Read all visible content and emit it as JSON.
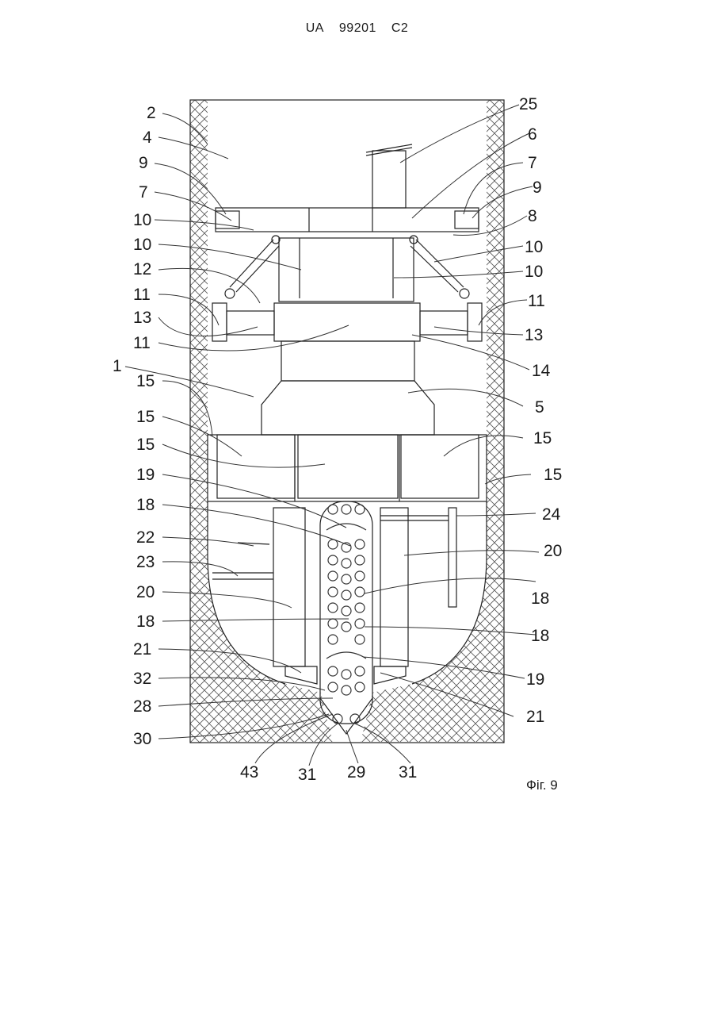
{
  "header": {
    "country": "UA",
    "number": "99201",
    "kind": "C2"
  },
  "figure": {
    "caption": "Фіг. 9",
    "callouts": [
      {
        "id": "c2",
        "text": "2"
      },
      {
        "id": "c4",
        "text": "4"
      },
      {
        "id": "c9l",
        "text": "9"
      },
      {
        "id": "c7l",
        "text": "7"
      },
      {
        "id": "c10a",
        "text": "10"
      },
      {
        "id": "c10b",
        "text": "10"
      },
      {
        "id": "c12",
        "text": "12"
      },
      {
        "id": "c11a",
        "text": "11"
      },
      {
        "id": "c13l",
        "text": "13"
      },
      {
        "id": "c11b",
        "text": "11"
      },
      {
        "id": "c1",
        "text": "1"
      },
      {
        "id": "c15a",
        "text": "15"
      },
      {
        "id": "c15b",
        "text": "15"
      },
      {
        "id": "c15c",
        "text": "15"
      },
      {
        "id": "c19a",
        "text": "19"
      },
      {
        "id": "c18a",
        "text": "18"
      },
      {
        "id": "c22",
        "text": "22"
      },
      {
        "id": "c23",
        "text": "23"
      },
      {
        "id": "c20l",
        "text": "20"
      },
      {
        "id": "c18b",
        "text": "18"
      },
      {
        "id": "c21l",
        "text": "21"
      },
      {
        "id": "c32",
        "text": "32"
      },
      {
        "id": "c28",
        "text": "28"
      },
      {
        "id": "c30",
        "text": "30"
      },
      {
        "id": "c43",
        "text": "43"
      },
      {
        "id": "c31a",
        "text": "31"
      },
      {
        "id": "c29",
        "text": "29"
      },
      {
        "id": "c31b",
        "text": "31"
      },
      {
        "id": "c25",
        "text": "25"
      },
      {
        "id": "c6",
        "text": "6"
      },
      {
        "id": "c7r",
        "text": "7"
      },
      {
        "id": "c9r",
        "text": "9"
      },
      {
        "id": "c8",
        "text": "8"
      },
      {
        "id": "c10c",
        "text": "10"
      },
      {
        "id": "c10d",
        "text": "10"
      },
      {
        "id": "c11r",
        "text": "11"
      },
      {
        "id": "c13r",
        "text": "13"
      },
      {
        "id": "c14",
        "text": "14"
      },
      {
        "id": "c5",
        "text": "5"
      },
      {
        "id": "c15d",
        "text": "15"
      },
      {
        "id": "c15e",
        "text": "15"
      },
      {
        "id": "c24",
        "text": "24"
      },
      {
        "id": "c20r",
        "text": "20"
      },
      {
        "id": "c18c",
        "text": "18"
      },
      {
        "id": "c18d",
        "text": "18"
      },
      {
        "id": "c19b",
        "text": "19"
      },
      {
        "id": "c21r",
        "text": "21"
      }
    ]
  }
}
